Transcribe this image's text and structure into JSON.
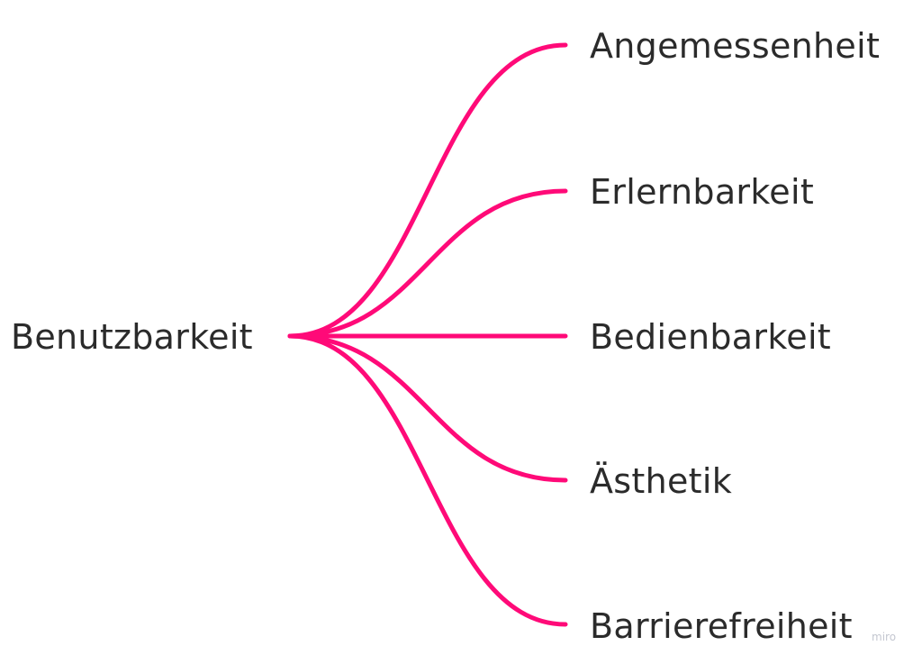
{
  "root": {
    "label": "Benutzbarkeit"
  },
  "children": [
    {
      "label": "Angemessenheit"
    },
    {
      "label": "Erlernbarkeit"
    },
    {
      "label": "Bedienbarkeit"
    },
    {
      "label": "Ästhetik"
    },
    {
      "label": "Barrierefreiheit"
    }
  ],
  "colors": {
    "link": "#FF0A78",
    "text": "#2b2b2b"
  },
  "watermark": "miro"
}
